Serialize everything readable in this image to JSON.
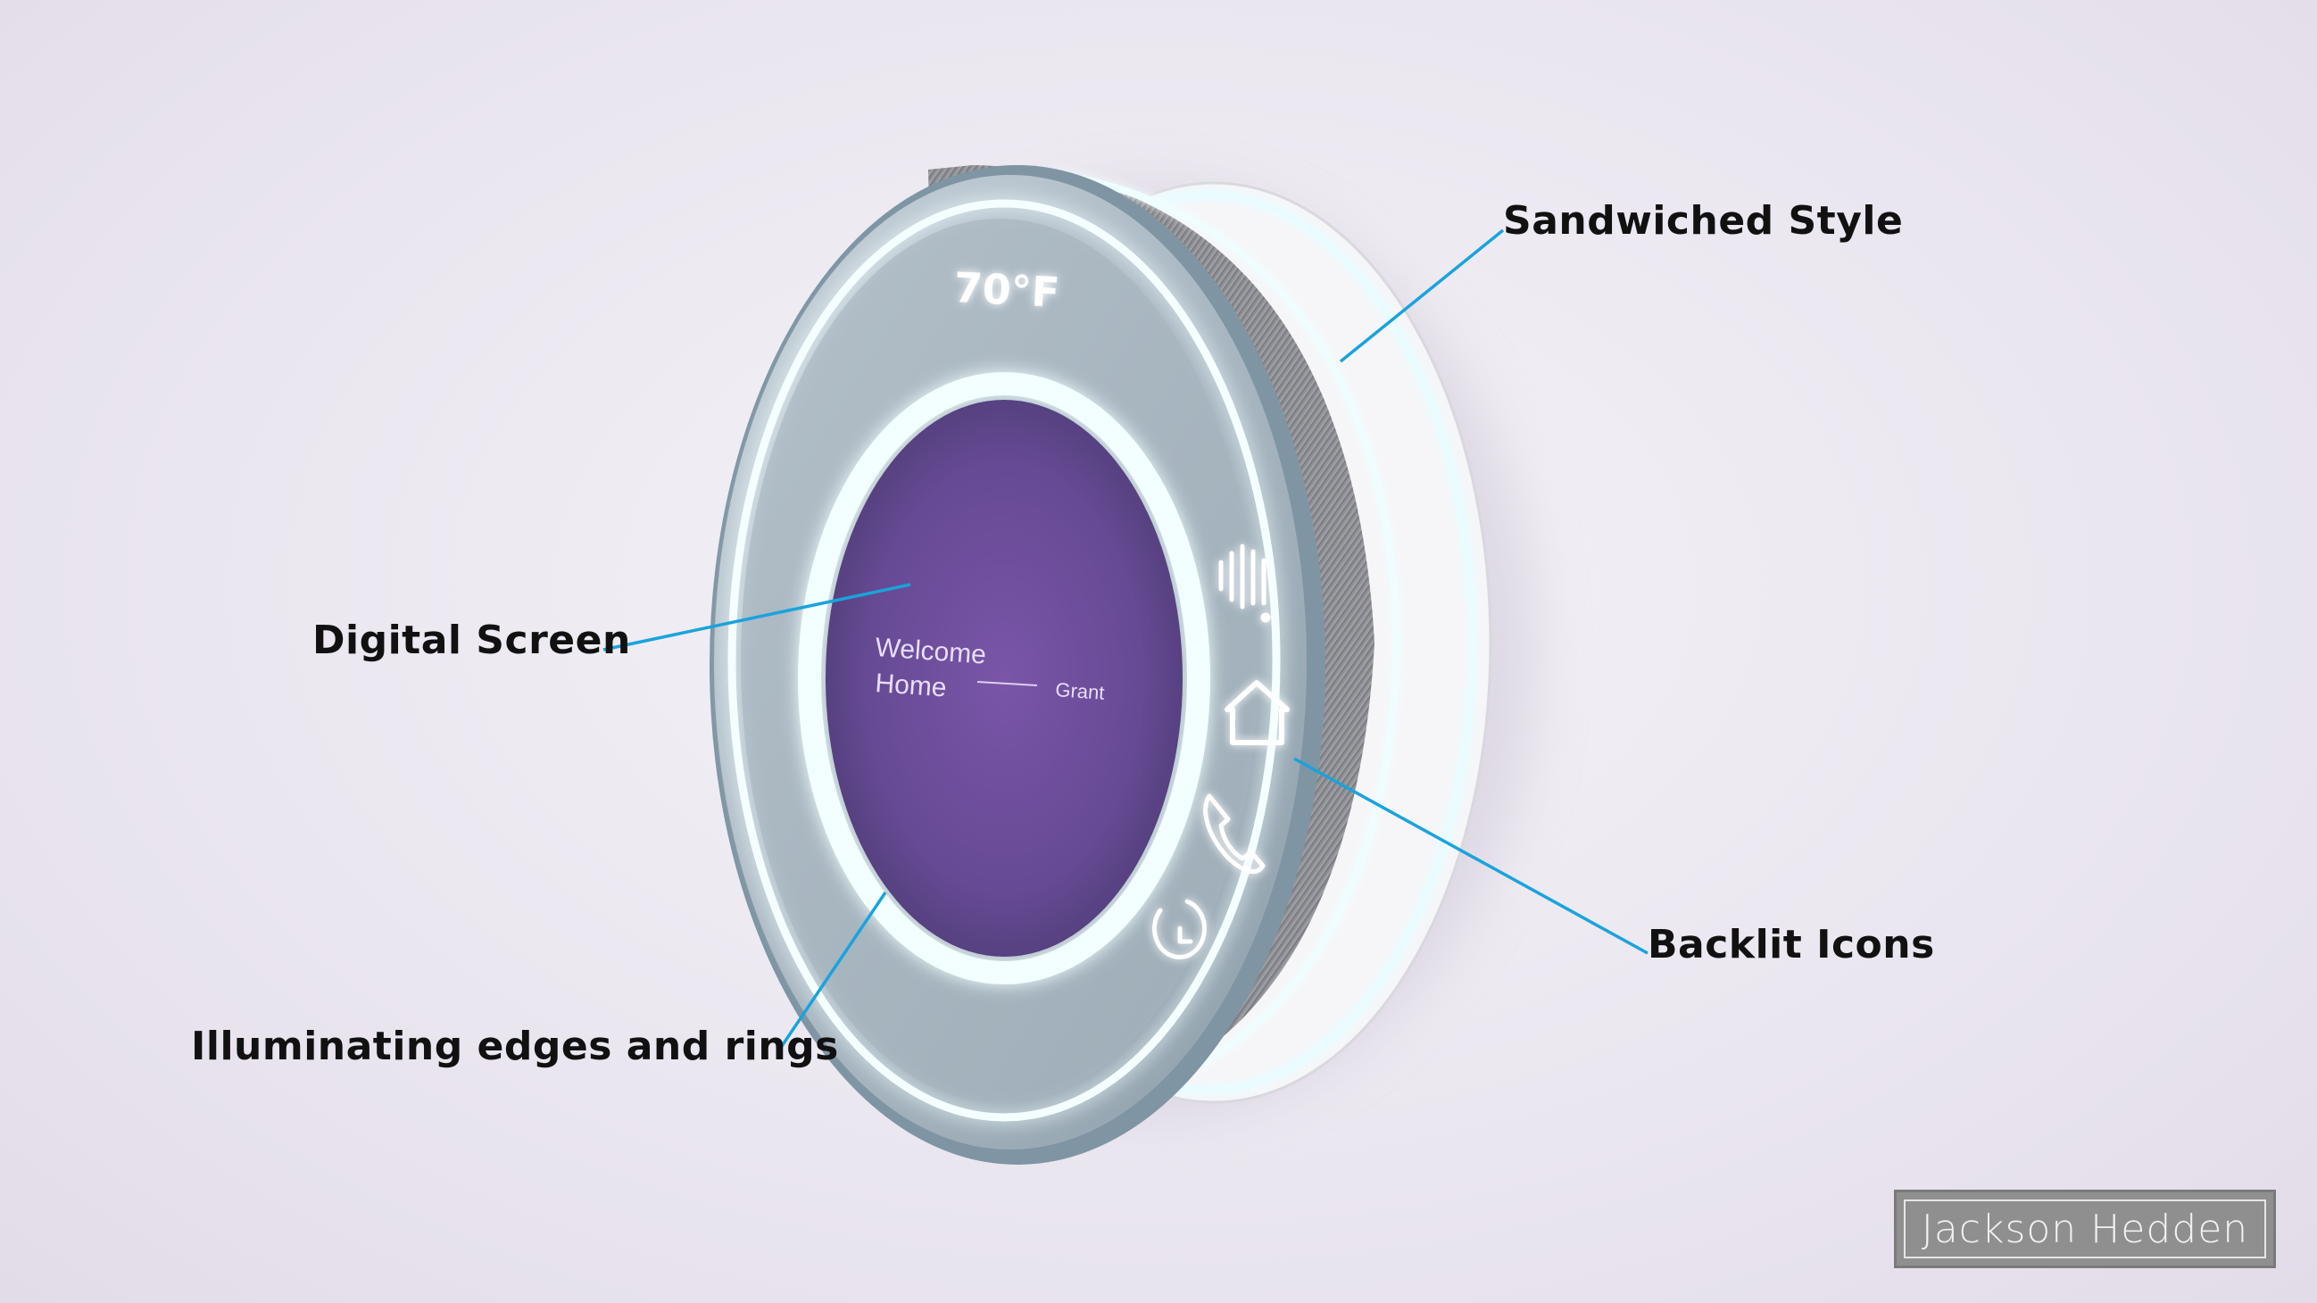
{
  "device": {
    "temperature": "70°F",
    "screen": {
      "greeting_line1": "Welcome",
      "greeting_line2": "Home",
      "user_name": "Grant"
    },
    "icons": [
      "voice-icon",
      "home-icon",
      "phone-icon",
      "clock-icon"
    ]
  },
  "callouts": {
    "sandwiched": "Sandwiched Style",
    "digital_screen": "Digital Screen",
    "backlit_icons": "Backlit Icons",
    "illuminating": "Illuminating edges and rings"
  },
  "signature": "Jackson Hedden",
  "colors": {
    "background": "#ece8f0",
    "leader_line": "#1aa3dc",
    "screen_purple": "#6c4f9a",
    "ring_glow": "#e9fbff",
    "bezel": "#9eb0bd",
    "side_band": "#8a8a8f"
  }
}
